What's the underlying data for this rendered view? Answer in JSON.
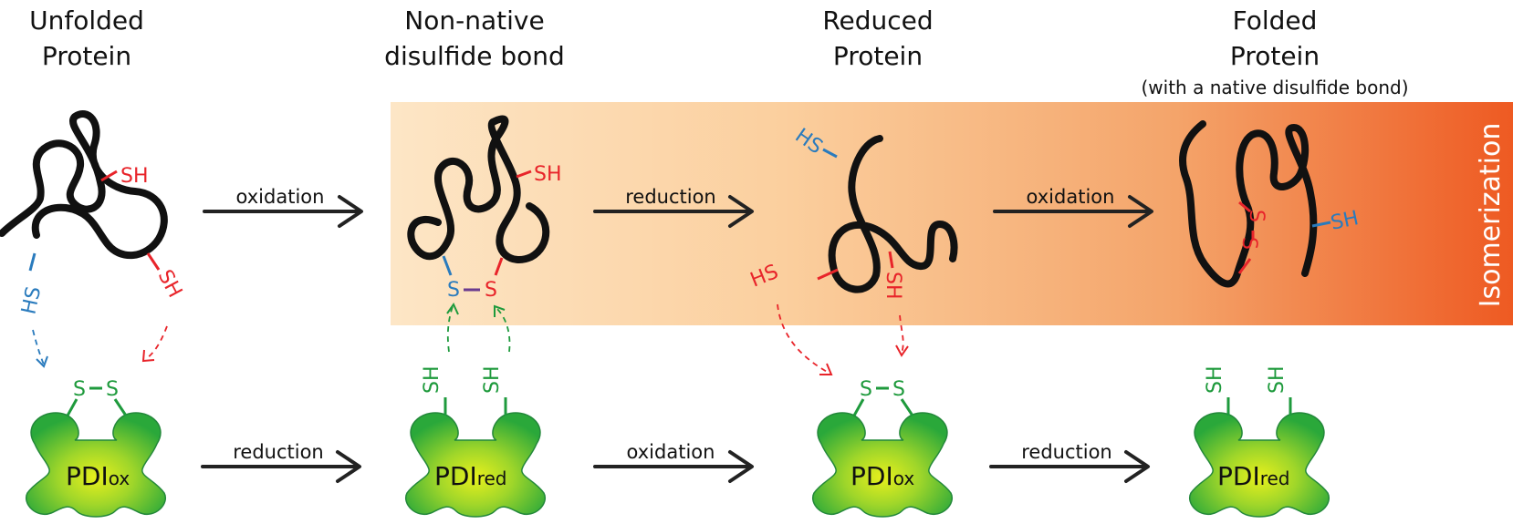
{
  "stages": [
    {
      "title_line1": "Unfolded",
      "title_line2": "Protein"
    },
    {
      "title_line1": "Non-native",
      "title_line2": "disulfide bond"
    },
    {
      "title_line1": "Reduced",
      "title_line2": "Protein"
    },
    {
      "title_line1": "Folded",
      "title_line2": "Protein",
      "subtitle": "(with a native disulfide bond)"
    }
  ],
  "region_label": "Isomerization",
  "protein_arrows": [
    "oxidation",
    "reduction",
    "oxidation"
  ],
  "pdi_arrows": [
    "reduction",
    "oxidation",
    "reduction"
  ],
  "pdi": [
    {
      "main": "PDI",
      "sub": "ox"
    },
    {
      "main": "PDI",
      "sub": "red"
    },
    {
      "main": "PDI",
      "sub": "ox"
    },
    {
      "main": "PDI",
      "sub": "red"
    }
  ],
  "groups": {
    "sh": "SH",
    "hs": "HS",
    "s": "S"
  },
  "colors": {
    "thiol_red": "#e8242a",
    "thiol_blue": "#2a7bbd",
    "pdi_green": "#1e9a3c",
    "gradient_start": "#fde5c4",
    "gradient_end": "#ef5b22"
  }
}
